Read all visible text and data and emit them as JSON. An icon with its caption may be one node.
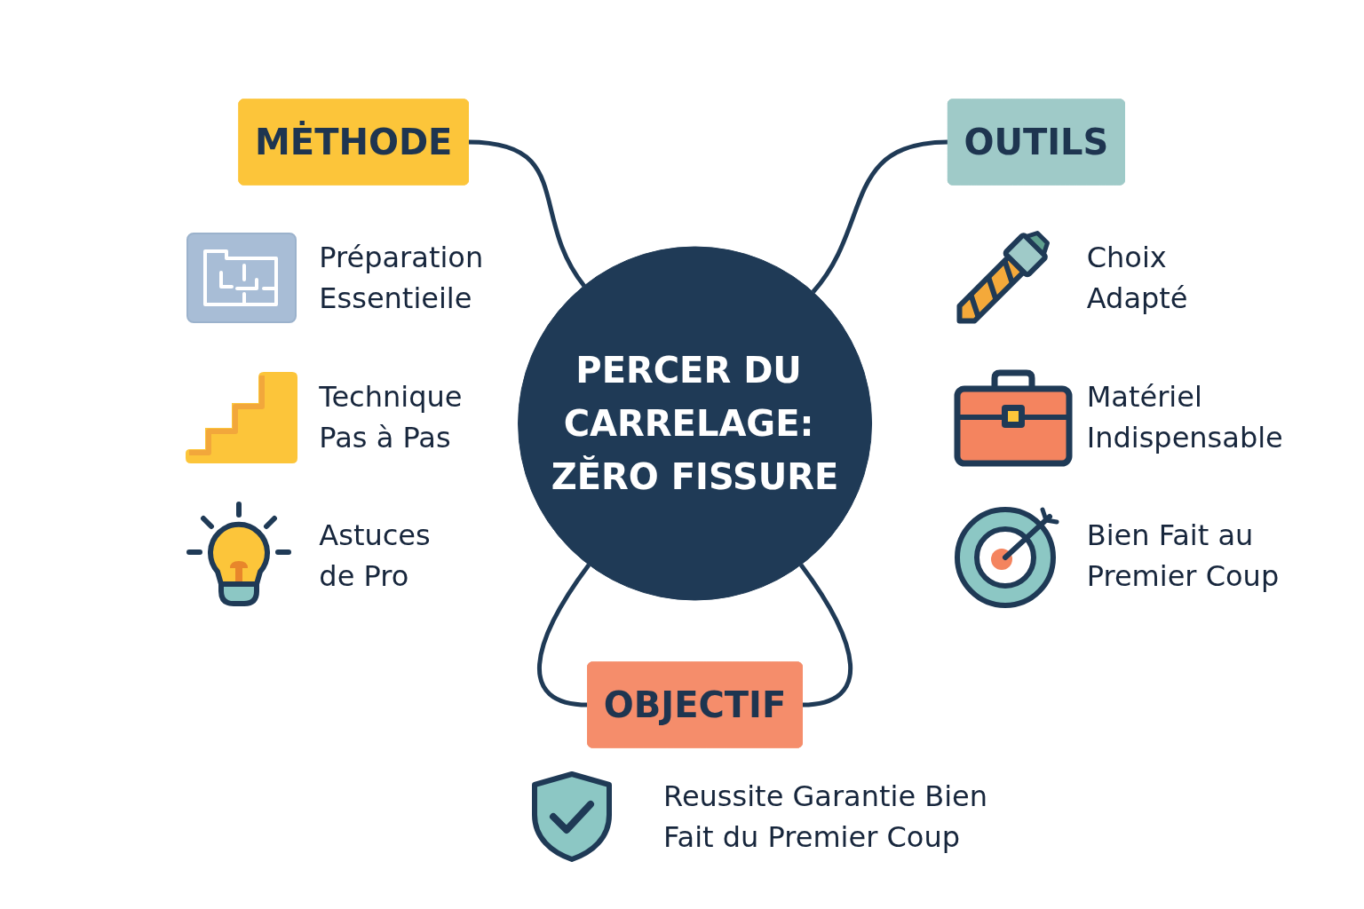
{
  "diagram": {
    "nodes": [
      {
        "text": [
          "MĖTHODE"
        ]
      },
      {
        "text": [
          "OUTILS"
        ]
      },
      {
        "text": [
          "PERCER DU CARRELAGE: ZĔRO FISSURE"
        ]
      },
      {
        "text": [
          "OBJECTIF"
        ]
      }
    ],
    "edges": [
      {
        "from": 0,
        "to": 2,
        "arrow": "none"
      },
      {
        "from": 1,
        "to": 2,
        "arrow": "none"
      },
      {
        "from": 2,
        "to": 3,
        "arrow": "none"
      },
      {
        "from": 2,
        "to": 3,
        "arrow": "none"
      }
    ],
    "labels": [
      "Préparation Essentieile",
      "Choix Adapté",
      "Technique Pas à Pas",
      "Matériel Indispensable",
      "Astuces de Pro",
      "Bien Fait au Premier Coup",
      "Reussite Garantie Bien Fait du Premier Coup"
    ]
  }
}
